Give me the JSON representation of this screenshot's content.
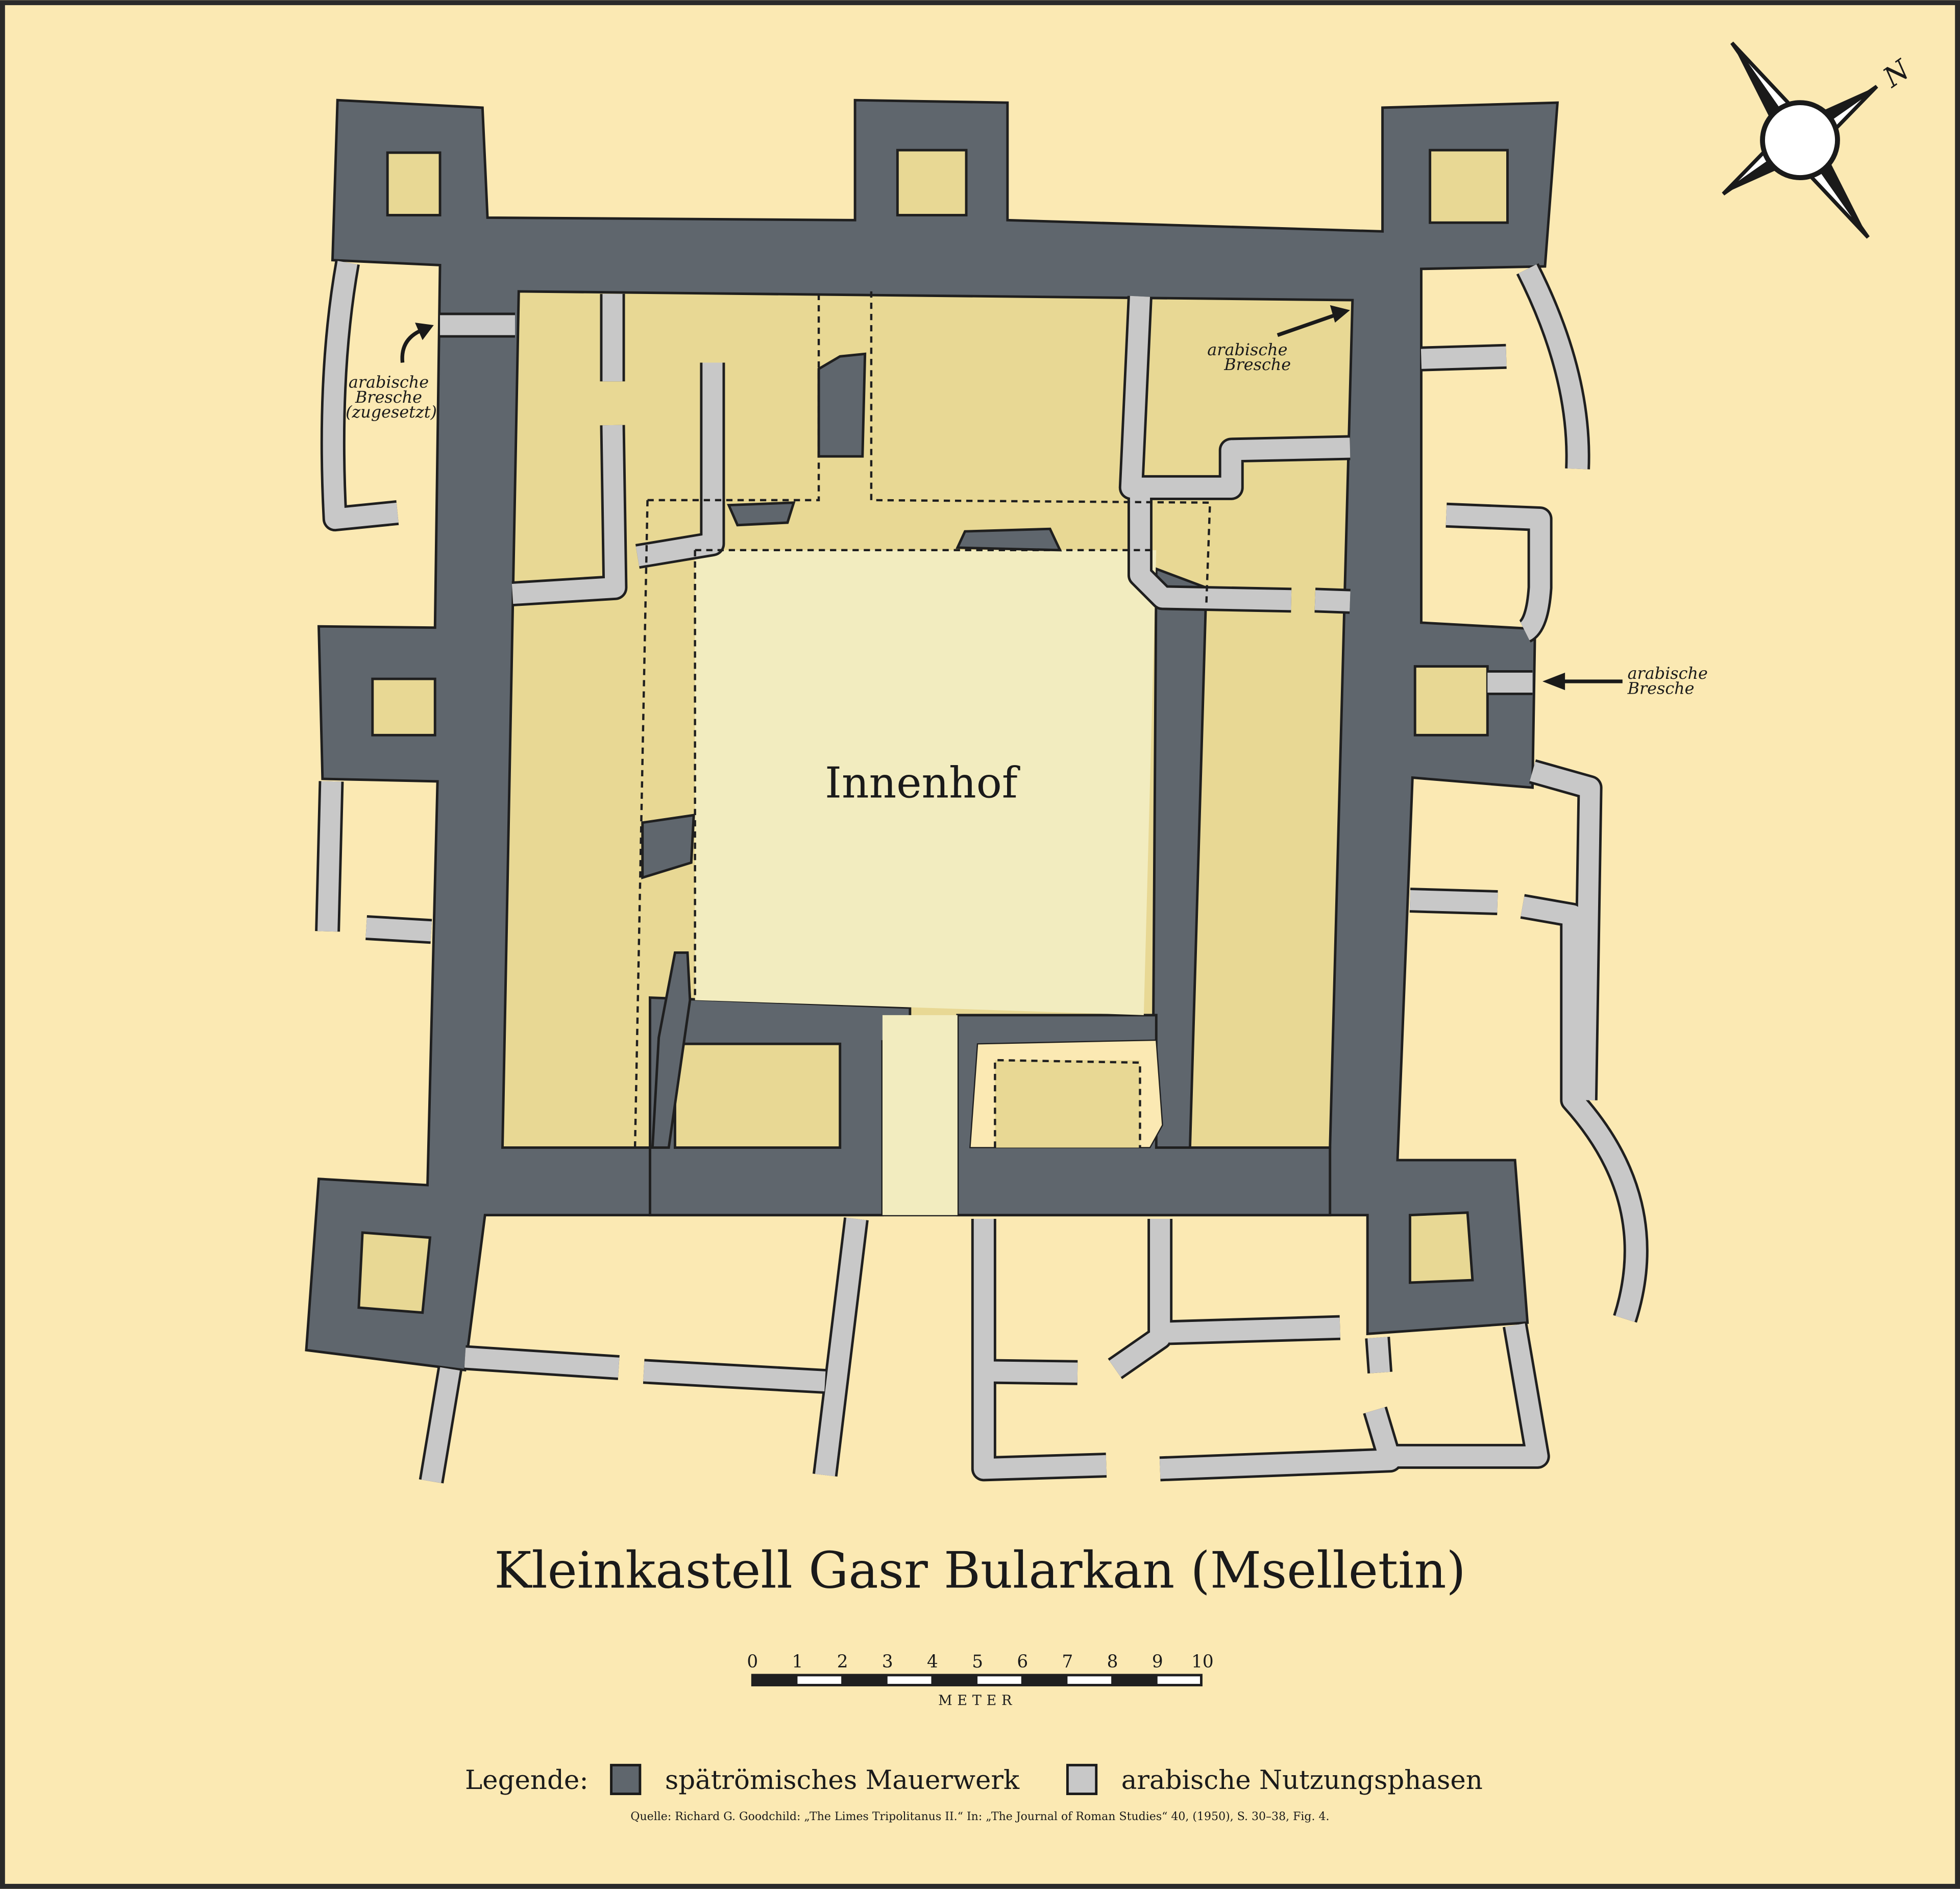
{
  "title": "Kleinkastell Gasr Bularkan (Mselletin)",
  "courtyard_label": "Innenhof",
  "breach_labels": {
    "west": [
      "arabische",
      "Bresche",
      "(zugesetzt)"
    ],
    "north": [
      "arabische",
      "Bresche"
    ],
    "east": [
      "arabische",
      "Bresche"
    ]
  },
  "compass": {
    "north_label": "N"
  },
  "scale": {
    "ticks": [
      "0",
      "1",
      "2",
      "3",
      "4",
      "5",
      "6",
      "7",
      "8",
      "9",
      "10"
    ],
    "unit": "METER"
  },
  "legend": {
    "heading": "Legende:",
    "items": [
      {
        "label": "spätrömisches Mauerwerk",
        "color": "#5f666d"
      },
      {
        "label": "arabische Nutzungsphasen",
        "color": "#c8c8c8"
      }
    ]
  },
  "source": "Quelle: Richard G. Goodchild: „The Limes Tripolitanus II.“ In: „The Journal of Roman Studies“ 40, (1950), S. 30–38, Fig. 4.",
  "colors": {
    "background": "#fbe9b3",
    "room": "#e8d894",
    "courtyard": "#f2ecbf"
  }
}
